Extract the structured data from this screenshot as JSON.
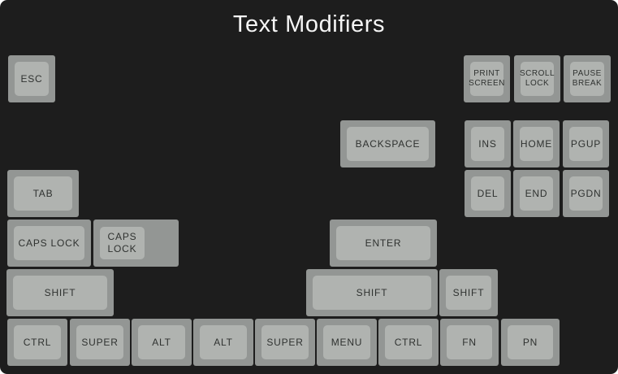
{
  "title": "Text Modifiers",
  "colors": {
    "background": "#1d1d1d",
    "key_base": "#939694",
    "key_top": "#b0b3b0",
    "legend": "#2f3230",
    "title_text": "#f5f5f5"
  },
  "keys": [
    {
      "id": "esc",
      "label": "ESC"
    },
    {
      "id": "print-screen",
      "label": "PRINT\nSCREEN"
    },
    {
      "id": "scroll-lock",
      "label": "SCROLL\nLOCK"
    },
    {
      "id": "pause-break",
      "label": "PAUSE\nBREAK"
    },
    {
      "id": "backspace",
      "label": "BACKSPACE"
    },
    {
      "id": "ins",
      "label": "INS"
    },
    {
      "id": "home",
      "label": "HOME"
    },
    {
      "id": "pgup",
      "label": "PGUP"
    },
    {
      "id": "tab",
      "label": "TAB"
    },
    {
      "id": "del",
      "label": "DEL"
    },
    {
      "id": "end",
      "label": "END"
    },
    {
      "id": "pgdn",
      "label": "PGDN"
    },
    {
      "id": "caps-lock",
      "label": "CAPS LOCK"
    },
    {
      "id": "caps-lock-stepped",
      "label": "CAPS\nLOCK"
    },
    {
      "id": "enter",
      "label": "ENTER"
    },
    {
      "id": "shift-left",
      "label": "SHIFT"
    },
    {
      "id": "shift-middle",
      "label": "SHIFT"
    },
    {
      "id": "shift-right",
      "label": "SHIFT"
    },
    {
      "id": "ctrl-left",
      "label": "CTRL"
    },
    {
      "id": "super-left",
      "label": "SUPER"
    },
    {
      "id": "alt-left",
      "label": "ALT"
    },
    {
      "id": "alt-right",
      "label": "ALT"
    },
    {
      "id": "super-right",
      "label": "SUPER"
    },
    {
      "id": "menu",
      "label": "MENU"
    },
    {
      "id": "ctrl-right",
      "label": "CTRL"
    },
    {
      "id": "fn",
      "label": "FN"
    },
    {
      "id": "pn",
      "label": "PN"
    }
  ]
}
